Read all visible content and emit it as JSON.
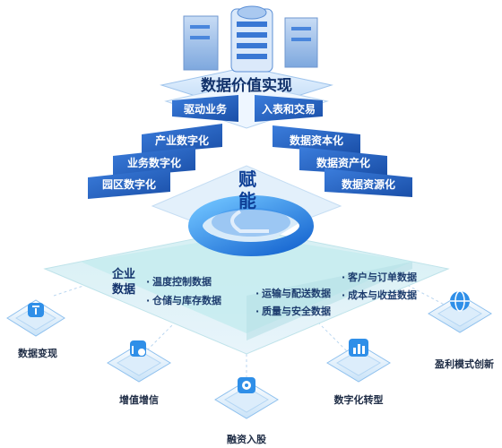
{
  "title": "数据价值实现",
  "top_panels": {
    "left": "驱动业务",
    "right": "入表和交易"
  },
  "left_tags": [
    "产业数字化",
    "业务数字化",
    "园区数字化"
  ],
  "right_tags": [
    "数据资本化",
    "数据资产化",
    "数据资源化"
  ],
  "center_label": [
    "赋",
    "能"
  ],
  "enterprise_label": [
    "企业",
    "数据"
  ],
  "left_bullets": [
    "温度控制数据",
    "仓储与库存数据"
  ],
  "right_bullets": [
    "运输与配送数据",
    "客户与订单数据",
    "质量与安全数据",
    "成本与收益数据"
  ],
  "bullet_mark": "·",
  "outcomes": [
    "数据变现",
    "增值增信",
    "融资入股",
    "数字化转型",
    "盈利模式创新"
  ],
  "colors": {
    "primary_blue": "#1f5fc4",
    "tag_blue": "#2966c8",
    "deep_blue": "#123f8f",
    "light_blue": "#dcecfb",
    "teal": "#cdeef0",
    "icon_blue": "#2f8fe8"
  },
  "icons": [
    "money-bag-icon",
    "chart-coin-icon",
    "coin-hand-icon",
    "bar-chart-icon",
    "globe-icon"
  ]
}
